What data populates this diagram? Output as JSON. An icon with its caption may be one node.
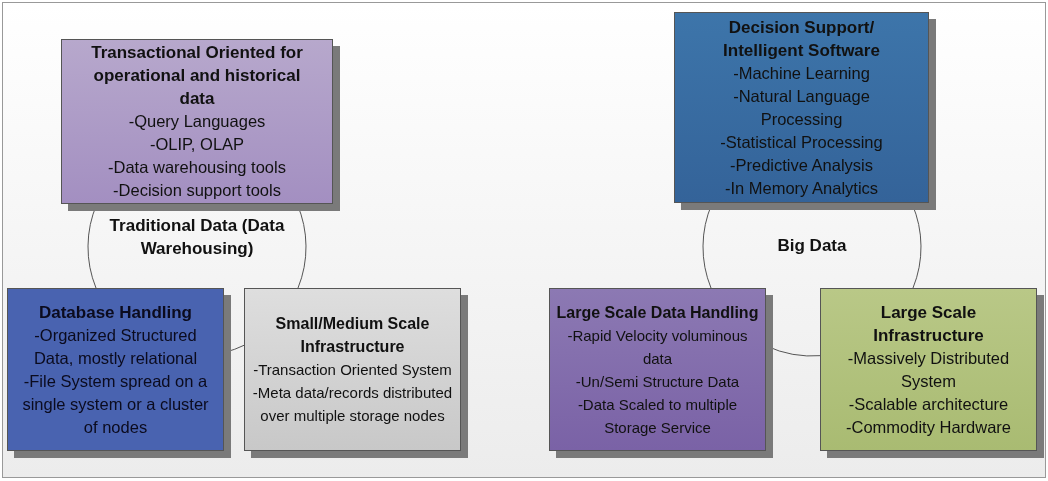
{
  "diagram": {
    "nodes": [
      {
        "text": [
          "Traditional Data (Data Warehousing)"
        ]
      },
      {
        "text": [
          "Transactional Oriented for operational and historical data",
          "-Query Languages",
          "-OLIP, OLAP",
          "-Data warehousing tools",
          "-Decision support tools"
        ]
      },
      {
        "text": [
          "Database Handling",
          "-Organized Structured Data, mostly relational",
          "-File System spread on a single system or a cluster of nodes"
        ]
      },
      {
        "text": [
          "Small/Medium Scale Infrastructure",
          "-Transaction Oriented System",
          "-Meta data/records distributed over multiple storage nodes"
        ]
      },
      {
        "text": [
          "Big Data"
        ]
      },
      {
        "text": [
          "Decision Support/ Intelligent Software",
          "-Machine Learning",
          "-Natural Language Processing",
          "-Statistical Processing",
          "-Predictive Analysis",
          "-In Memory Analytics"
        ]
      },
      {
        "text": [
          "Large Scale Data Handling",
          "-Rapid Velocity voluminous data",
          "-Un/Semi Structure Data",
          "-Data Scaled to multiple Storage Service"
        ]
      },
      {
        "text": [
          "Large Scale Infrastructure",
          "-Massively Distributed System",
          "-Scalable architecture",
          "-Commodity Hardware"
        ]
      }
    ],
    "edges": []
  }
}
